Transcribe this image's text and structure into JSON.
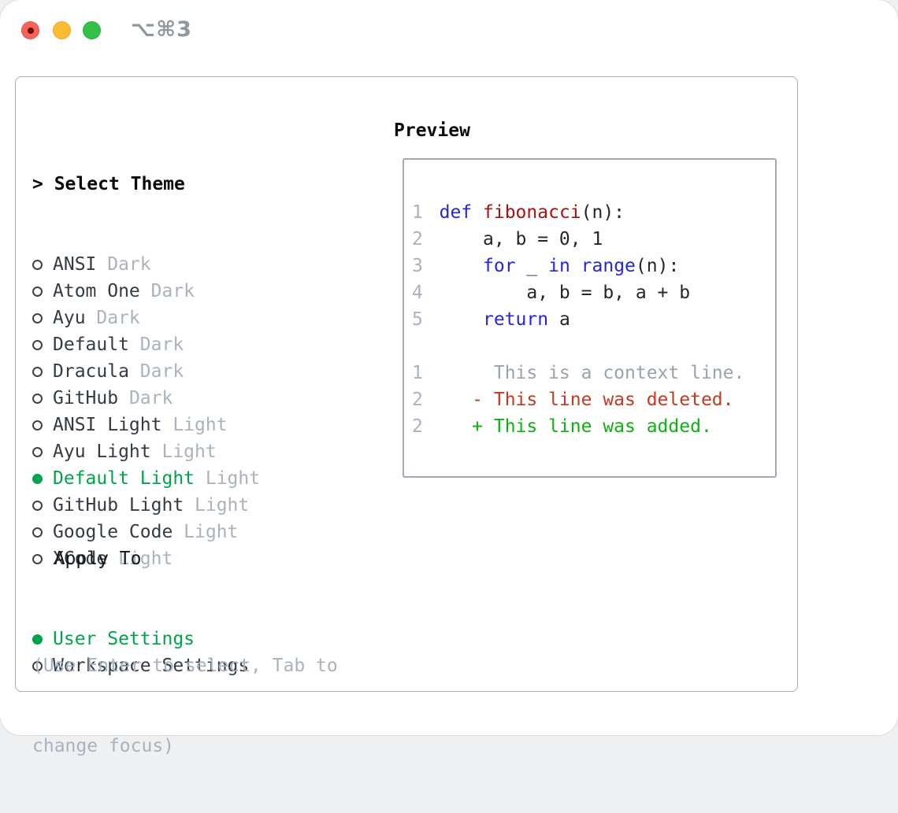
{
  "window": {
    "title": "⌥⌘3"
  },
  "colors": {
    "selection_green": "#00a54b",
    "added_green": "#0db211",
    "deleted_red": "#c43a20",
    "keyword_blue": "#2525dd",
    "function_red": "#a31414",
    "muted_gray": "#a9b2bd",
    "text_dark": "#343b44",
    "border_gray": "#a7aeb8",
    "traffic_red": "#f66358",
    "traffic_yellow": "#f9bc33",
    "traffic_green": "#32c146"
  },
  "theme_panel": {
    "header_prefix": "> ",
    "header": "Select Theme",
    "items": [
      {
        "label": "ANSI",
        "variant": "Dark",
        "selected": false
      },
      {
        "label": "Atom One",
        "variant": "Dark",
        "selected": false
      },
      {
        "label": "Ayu",
        "variant": "Dark",
        "selected": false
      },
      {
        "label": "Default",
        "variant": "Dark",
        "selected": false
      },
      {
        "label": "Dracula",
        "variant": "Dark",
        "selected": false
      },
      {
        "label": "GitHub",
        "variant": "Dark",
        "selected": false
      },
      {
        "label": "ANSI Light",
        "variant": "Light",
        "selected": false
      },
      {
        "label": "Ayu Light",
        "variant": "Light",
        "selected": false
      },
      {
        "label": "Default Light",
        "variant": "Light",
        "selected": true
      },
      {
        "label": "GitHub Light",
        "variant": "Light",
        "selected": false
      },
      {
        "label": "Google Code",
        "variant": "Light",
        "selected": false
      },
      {
        "label": "XCode",
        "variant": "Light",
        "selected": false
      }
    ]
  },
  "apply_to": {
    "header": "Apply To",
    "options": [
      {
        "label": "User Settings",
        "selected": true
      },
      {
        "label": "Workspace Settings",
        "selected": false
      }
    ]
  },
  "help": {
    "line1": "(Use Enter to select, Tab to",
    "line2": "change focus)"
  },
  "preview": {
    "header": "Preview",
    "code_lines": [
      {
        "num": "1",
        "segments": [
          {
            "t": "def",
            "c": "kw"
          },
          {
            "t": " ",
            "c": "plain"
          },
          {
            "t": "fibonacci",
            "c": "fn"
          },
          {
            "t": "(n):",
            "c": "plain"
          }
        ]
      },
      {
        "num": "2",
        "segments": [
          {
            "t": "    a, b = 0, 1",
            "c": "plain"
          }
        ]
      },
      {
        "num": "3",
        "segments": [
          {
            "t": "    ",
            "c": "plain"
          },
          {
            "t": "for",
            "c": "kw"
          },
          {
            "t": " _ ",
            "c": "plain"
          },
          {
            "t": "in",
            "c": "kw"
          },
          {
            "t": " ",
            "c": "plain"
          },
          {
            "t": "range",
            "c": "kw"
          },
          {
            "t": "(n):",
            "c": "plain"
          }
        ]
      },
      {
        "num": "4",
        "segments": [
          {
            "t": "        a, b = b, a + b",
            "c": "plain"
          }
        ]
      },
      {
        "num": "5",
        "segments": [
          {
            "t": "    ",
            "c": "plain"
          },
          {
            "t": "return",
            "c": "kw"
          },
          {
            "t": " a",
            "c": "plain"
          }
        ]
      },
      {
        "num": "",
        "segments": []
      },
      {
        "num": "1",
        "segments": [
          {
            "t": "     This is a context line.",
            "c": "ctx"
          }
        ]
      },
      {
        "num": "2",
        "segments": [
          {
            "t": "   - This line was deleted.",
            "c": "del"
          }
        ]
      },
      {
        "num": "2",
        "segments": [
          {
            "t": "   + This line was added.",
            "c": "add"
          }
        ]
      }
    ]
  }
}
